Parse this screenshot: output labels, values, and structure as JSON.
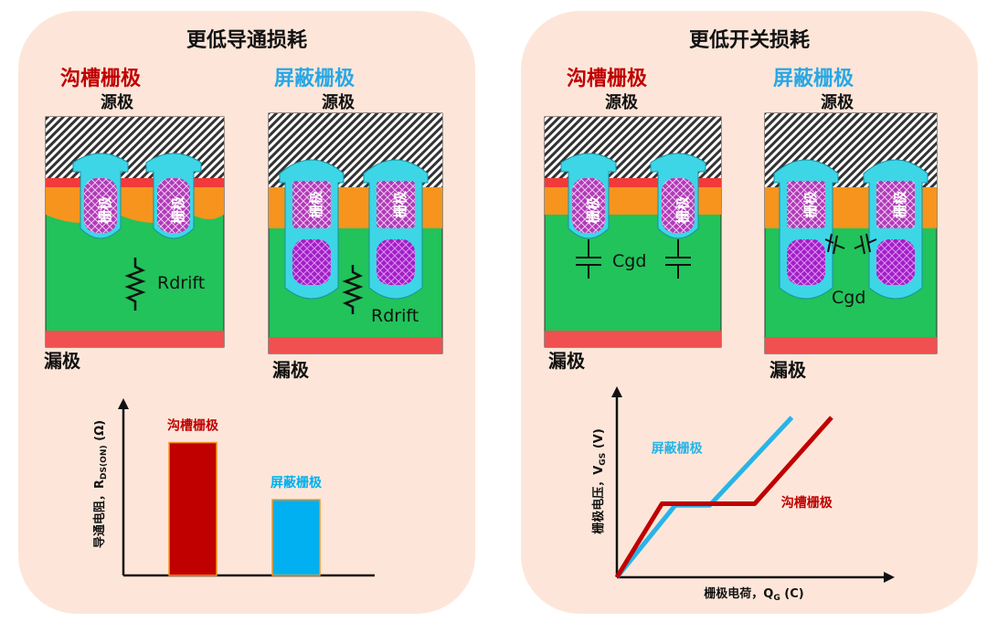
{
  "left_panel": {
    "title": "更低导通损耗",
    "trench_label": "沟槽栅极",
    "shield_label": "屏蔽栅极",
    "source_label": "源极",
    "drain_label": "漏极",
    "gate_label": "栅极",
    "rdrift_label": "Rdrift"
  },
  "right_panel": {
    "title": "更低开关损耗",
    "trench_label": "沟槽栅极",
    "shield_label": "屏蔽栅极",
    "source_label": "源极",
    "drain_label": "漏极",
    "gate_label": "栅极",
    "cgd_label": "Cgd"
  },
  "colors": {
    "trench": "#c00000",
    "shield": "#28a7e6",
    "drift": "#21c35a",
    "substrate": "#f05050",
    "body": "#f7941d",
    "oxide": "#3dd6e6",
    "gate": "#b03bb8",
    "panel": "#fde6d9"
  },
  "chart_data": [
    {
      "type": "bar",
      "ylabel": "导通电阻，R_DS(ON) (Ω)",
      "categories": [
        "沟槽栅极",
        "屏蔽栅极"
      ],
      "values": [
        1.0,
        0.57
      ],
      "colors": [
        "#c00000",
        "#00b0f0"
      ]
    },
    {
      "type": "line",
      "xlabel": "栅极电荷，Q_G (C)",
      "ylabel": "栅极电压，V_GS (V)",
      "series": [
        {
          "name": "屏蔽栅极",
          "color": "#28b4e8",
          "points": [
            [
              0,
              0
            ],
            [
              0.22,
              0.45
            ],
            [
              0.35,
              0.45
            ],
            [
              0.66,
              1.0
            ]
          ]
        },
        {
          "name": "沟槽栅极",
          "color": "#c00000",
          "points": [
            [
              0,
              0
            ],
            [
              0.17,
              0.46
            ],
            [
              0.52,
              0.46
            ],
            [
              0.81,
              1.0
            ]
          ]
        }
      ]
    }
  ]
}
